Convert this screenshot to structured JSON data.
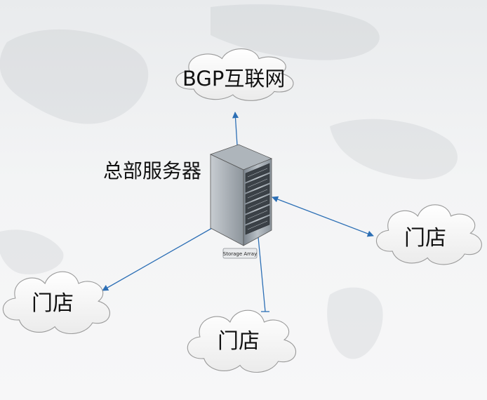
{
  "diagram": {
    "hq": {
      "label": "总部服务器",
      "tag": "Storage Array"
    },
    "internet": {
      "label": "BGP互联网"
    },
    "stores": [
      {
        "label": "门店"
      },
      {
        "label": "门店"
      },
      {
        "label": "门店"
      }
    ]
  },
  "colors": {
    "link": "#2c6fb5",
    "cloud_fill": "#fdfdfd",
    "cloud_stroke": "#9a9a9a",
    "server_body": "#9aa3ab"
  }
}
